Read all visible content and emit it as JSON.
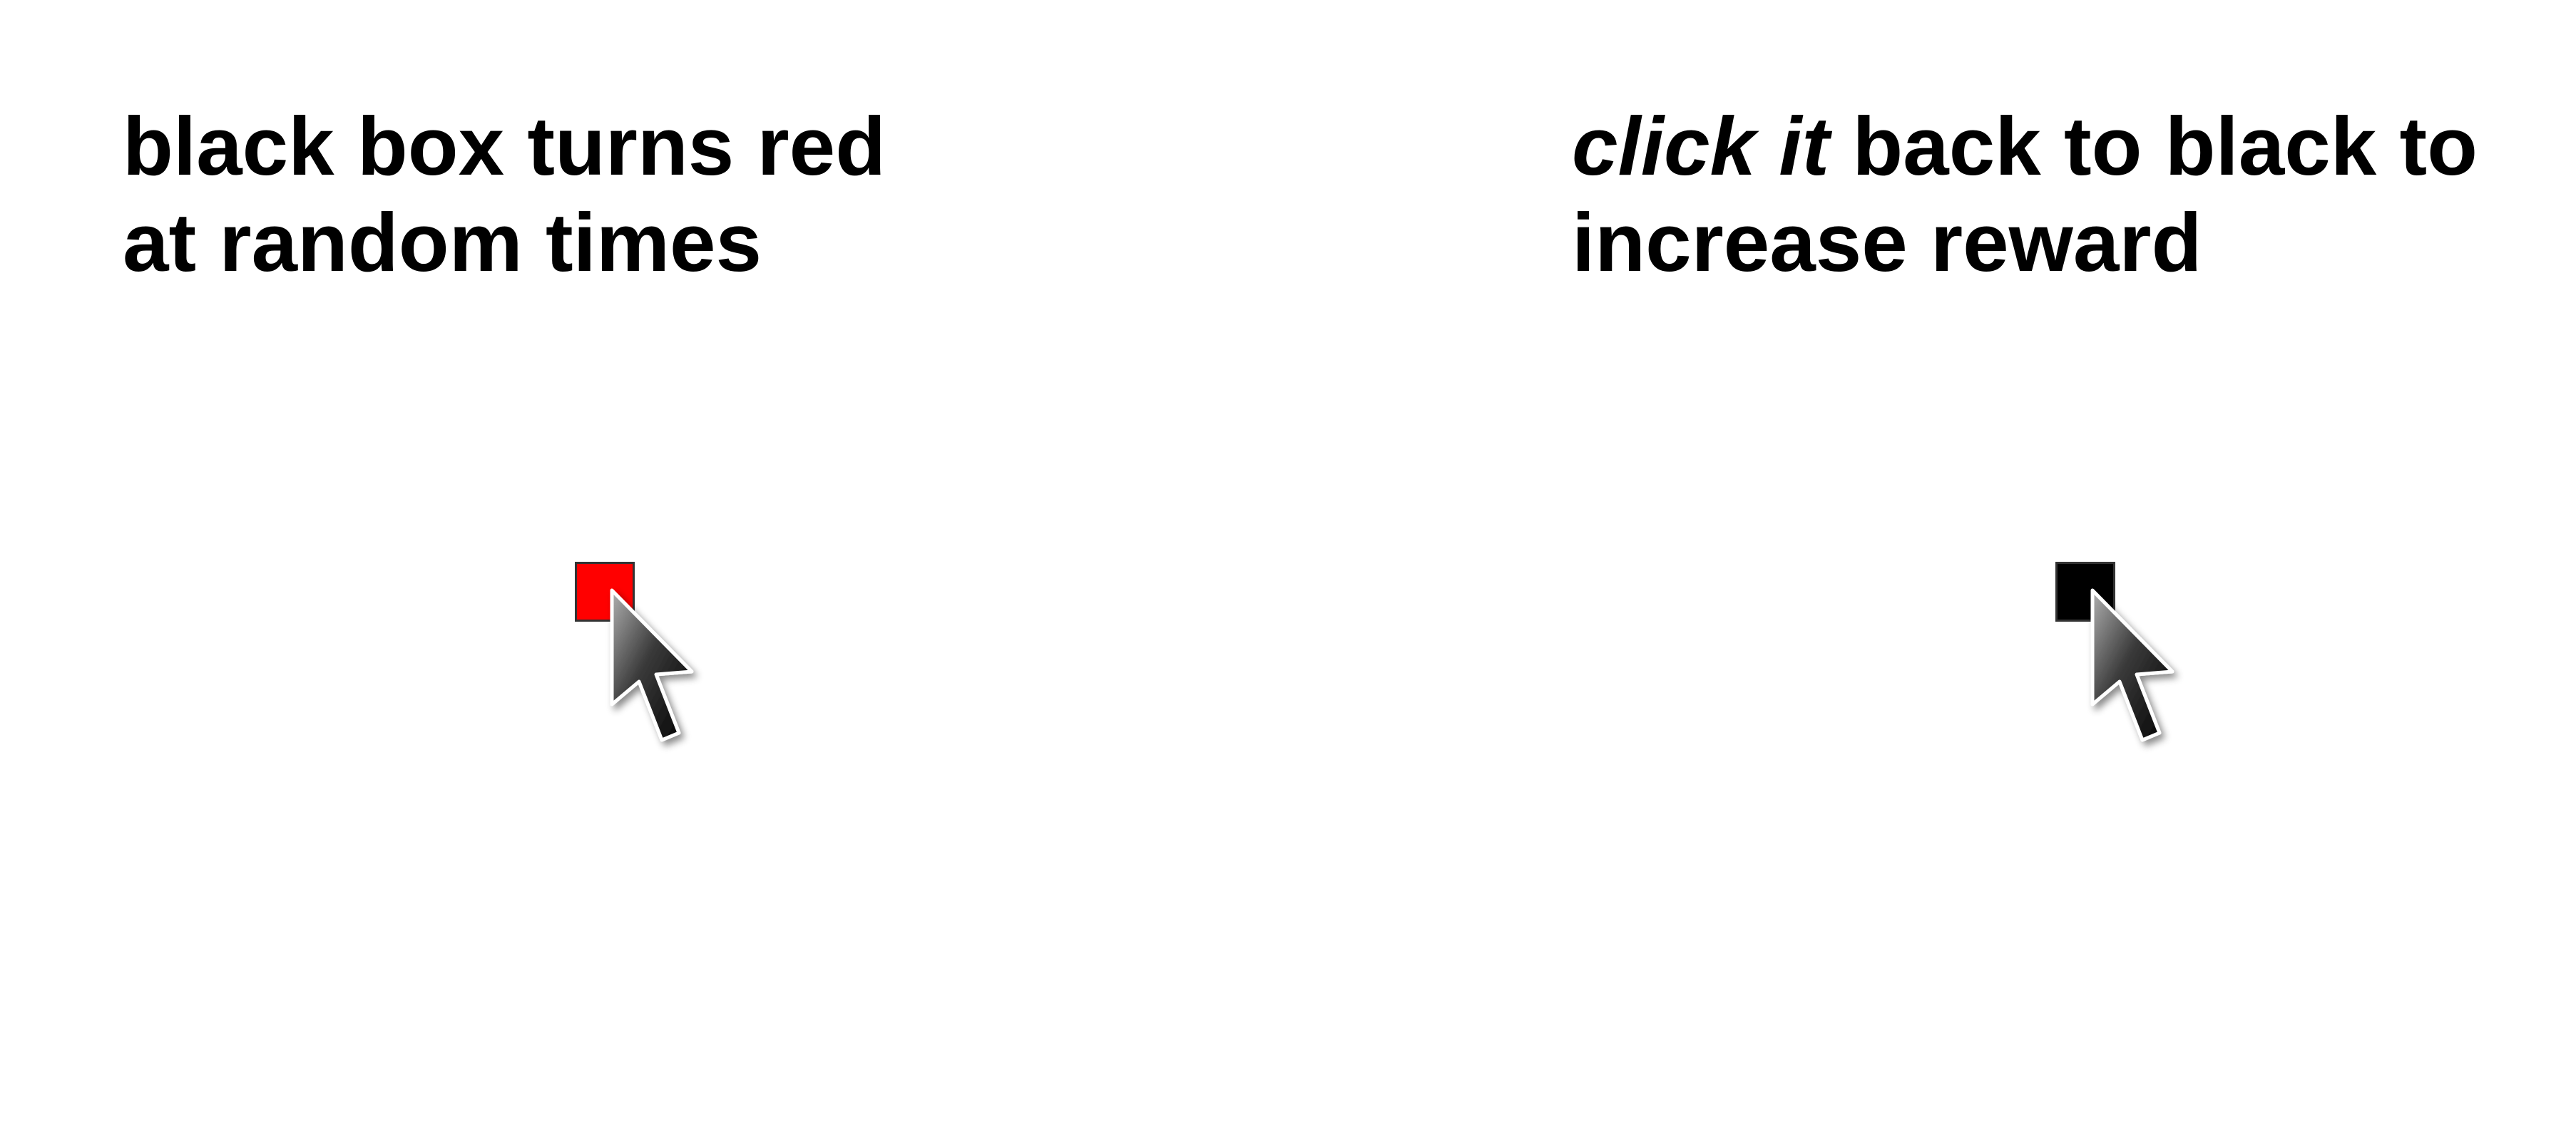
{
  "left_panel": {
    "caption_line1": "black box turns red",
    "caption_line2": "at random times",
    "box_color": "#ff0000",
    "cursor_icon": "mouse-pointer-arrow"
  },
  "right_panel": {
    "caption_line1_italic": "click it",
    "caption_line1_rest": " back to black to",
    "caption_line2": "increase reward",
    "box_color": "#000000",
    "cursor_icon": "mouse-pointer-arrow"
  }
}
